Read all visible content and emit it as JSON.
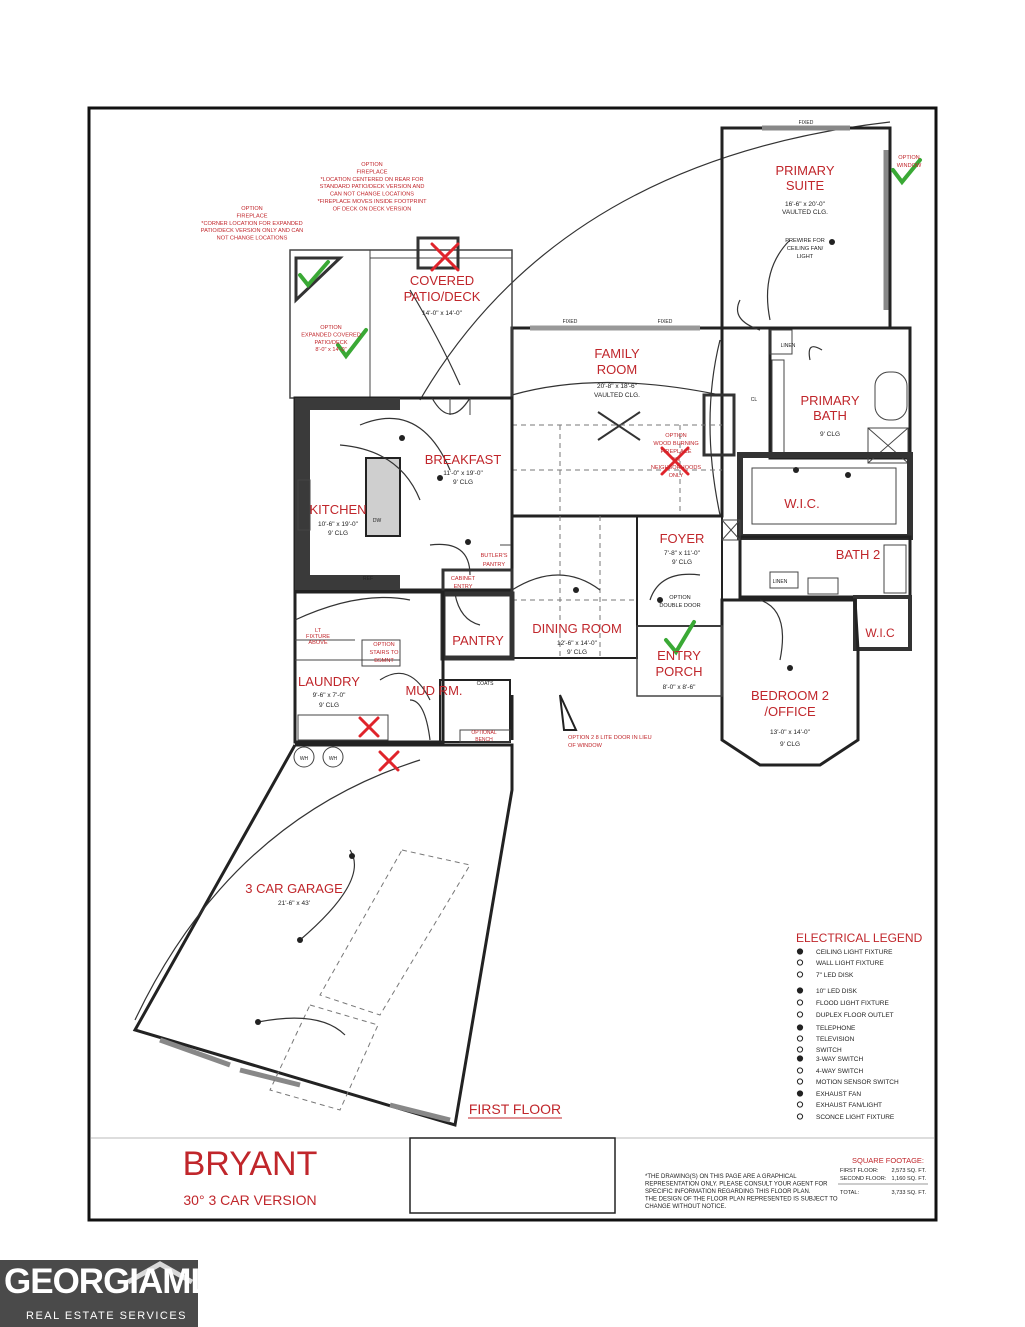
{
  "rooms": {
    "primary_suite": {
      "name": "PRIMARY\nSUITE",
      "dims": "16'-6\" x 20'-0\"",
      "ceiling": "VAULTED CLG."
    },
    "primary_bath": {
      "name": "PRIMARY\nBATH",
      "ceiling": "9' CLG"
    },
    "wic_primary": {
      "name": "W.I.C."
    },
    "family_room": {
      "name": "FAMILY\nROOM",
      "dims": "20'-8\" x 18'-6\"",
      "ceiling": "VAULTED CLG."
    },
    "covered_patio": {
      "name": "COVERED\nPATIO/DECK",
      "dims": "14'-0\" x 14'-0\""
    },
    "breakfast": {
      "name": "BREAKFAST",
      "dims": "11'-0\" x 19'-0\"",
      "ceiling": "9' CLG"
    },
    "kitchen": {
      "name": "KITCHEN",
      "dims": "10'-6\" x 19'-0\"",
      "ceiling": "9' CLG"
    },
    "foyer": {
      "name": "FOYER",
      "dims": "7'-8\" x 11'-0\"",
      "ceiling": "9' CLG"
    },
    "bath2": {
      "name": "BATH 2"
    },
    "wic2": {
      "name": "W.I.C"
    },
    "pantry": {
      "name": "PANTRY"
    },
    "dining_room": {
      "name": "DINING ROOM",
      "dims": "12'-6\" x 14'-0\"",
      "ceiling": "9' CLG"
    },
    "entry_porch": {
      "name": "ENTRY\nPORCH",
      "dims": "8'-0\" x 8'-6\""
    },
    "bedroom2": {
      "name": "BEDROOM 2\n/OFFICE",
      "dims": "13'-0\" x 14'-0\"",
      "ceiling": "9' CLG"
    },
    "laundry": {
      "name": "LAUNDRY",
      "dims": "9'-6\" x 7'-0\"",
      "ceiling": "9' CLG"
    },
    "mud_room": {
      "name": "MUD RM."
    },
    "garage": {
      "name": "3 CAR GARAGE",
      "dims": "21'-6\" x 43'"
    }
  },
  "notes": {
    "fireplace_rear": [
      "OPTION",
      "FIREPLACE",
      "*LOCATION CENTERED ON REAR FOR",
      "STANDARD PATIO/DECK VERSION AND",
      "CAN NOT CHANGE LOCATIONS",
      "*FIREPLACE MOVES INSIDE FOOTPRINT",
      "OF DECK ON DECK VERSION"
    ],
    "fireplace_corner": [
      "OPTION",
      "FIREPLACE",
      "*CORNER LOCATION FOR EXPANDED",
      "PATIO/DECK VERSION ONLY AND CAN",
      "NOT CHANGE LOCATIONS"
    ],
    "expanded_patio": [
      "OPTION",
      "EXPANDED COVERED",
      "PATIO/DECK",
      "8'-0\" x 14'-0\""
    ],
    "wood_fireplace": [
      "OPTION",
      "WOOD BURNING",
      "FIREPLACE",
      "*IN",
      "NEIGHBORHOODS",
      "ONLY"
    ],
    "window_option": [
      "OPTION",
      "WINDOW"
    ],
    "prewire": [
      "PREWIRE FOR",
      "CEILING FAN/",
      "LIGHT"
    ],
    "double_door": [
      "OPTION",
      "DOUBLE DOOR"
    ],
    "stairs_basement": [
      "OPTION",
      "STAIRS TO",
      "BSMNT"
    ],
    "door_in_lieu": [
      "OPTION 2 8 LITE DOOR IN LIEU",
      "OF WINDOW"
    ],
    "butlers_pantry": [
      "BUTLER'S",
      "PANTRY"
    ],
    "cabinet_entry": [
      "CABINET",
      "ENTRY"
    ],
    "fixture_above": [
      "LT",
      "FIXTURE",
      "ABOVE"
    ],
    "fixed": "FIXED",
    "linen": "LINEN",
    "cl": "CL",
    "ref": "REF",
    "dw": "DW",
    "coats": "COATS",
    "bench": [
      "OPTIONAL",
      "BENCH"
    ],
    "wh1": "WH",
    "wh2": "WH"
  },
  "legend": {
    "title": "ELECTRICAL LEGEND",
    "items": [
      "CEILING LIGHT FIXTURE",
      "WALL LIGHT FIXTURE",
      "7\" LED DISK",
      "10\" LED DISK",
      "FLOOD LIGHT FIXTURE",
      "DUPLEX FLOOR OUTLET",
      "TELEPHONE",
      "TELEVISION",
      "SWITCH",
      "3-WAY SWITCH",
      "4-WAY SWITCH",
      "MOTION SENSOR SWITCH",
      "EXHAUST FAN",
      "EXHAUST FAN/LIGHT",
      "SCONCE LIGHT FIXTURE"
    ]
  },
  "floor_label": "FIRST FLOOR",
  "title_block": {
    "plan_name": "BRYANT",
    "version": "30° 3 CAR VERSION",
    "disclaimer": [
      "*THE DRAWING(S) ON THIS PAGE ARE A GRAPHICAL",
      "REPRESENTATION ONLY. PLEASE CONSULT YOUR AGENT FOR",
      "SPECIFIC INFORMATION REGARDING THIS FLOOR PLAN.",
      "THE DESIGN OF THE FLOOR PLAN REPRESENTED IS SUBJECT TO",
      "CHANGE WITHOUT NOTICE."
    ],
    "sqft_title": "SQUARE FOOTAGE:",
    "first_floor_label": "FIRST FLOOR:",
    "first_floor_value": "2,573 SQ. FT.",
    "second_floor_label": "SECOND FLOOR:",
    "second_floor_value": "1,160 SQ. FT.",
    "total_label": "TOTAL:",
    "total_value": "3,733 SQ. FT."
  },
  "logo": {
    "word": "GEORGIAMLS",
    "sub": "REAL ESTATE SERVICES"
  },
  "colors": {
    "red_label": "#c0262b",
    "check_green": "#3aa935",
    "x_red": "#e0242b",
    "logo_bg": "#4a4a4a"
  }
}
